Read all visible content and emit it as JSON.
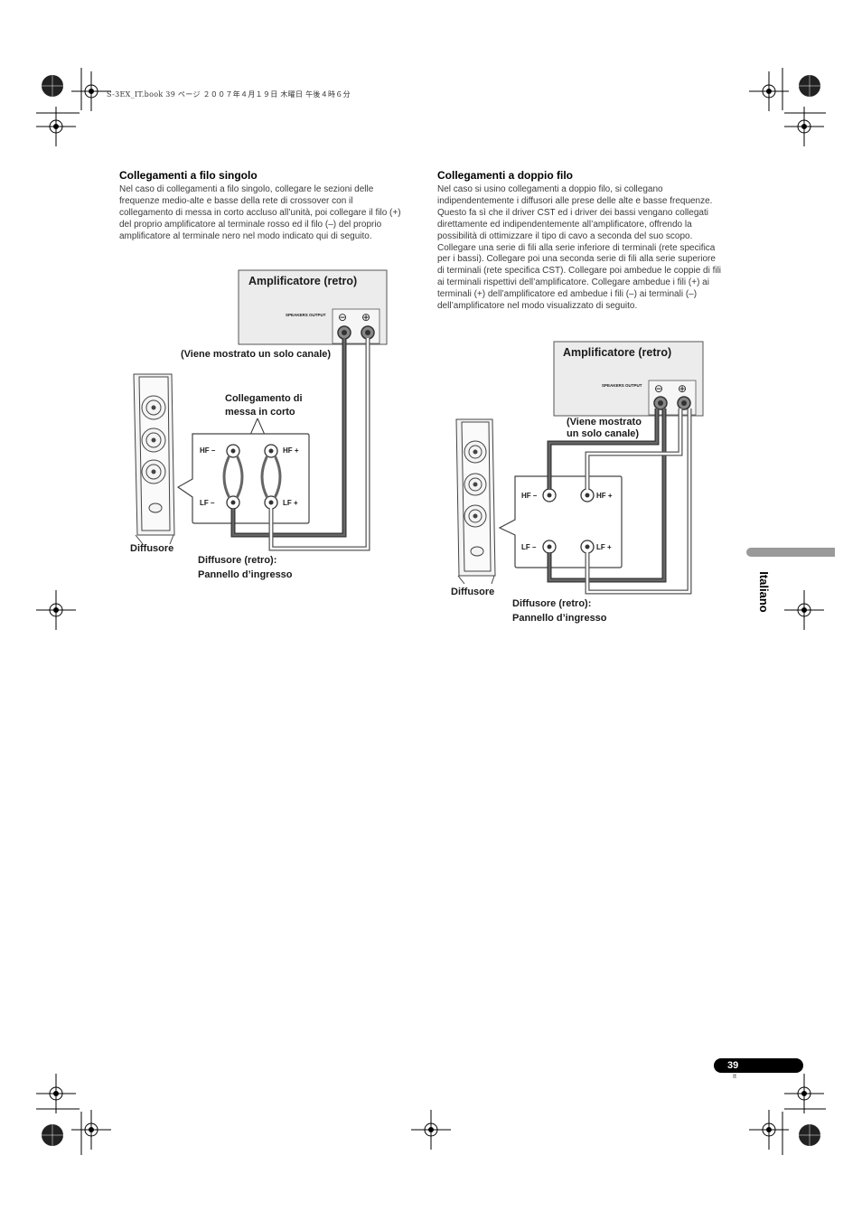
{
  "header": {
    "print_line": "S-3EX_IT.book   39 ページ   ２００７年４月１９日   木曜日   午後４時６分"
  },
  "left_section": {
    "title": "Collegamenti a filo singolo",
    "body": "Nel caso di collegamenti a filo singolo, collegare le sezioni delle frequenze medio-alte e basse della rete di crossover con il collegamento di messa in corto accluso all’unità, poi collegare il filo (+) del proprio amplificatore al terminale rosso ed il filo (–) del proprio amplificatore al terminale nero nel modo indicato qui di seguito."
  },
  "right_section": {
    "title": "Collegamenti a doppio filo",
    "body": "Nel caso si usino collegamenti a doppio filo, si collegano indipendentemente i diffusori alle prese delle alte e basse frequenze. Questo fa sì che il driver CST ed i driver dei bassi vengano collegati direttamente ed indipendentemente all’amplificatore, offrendo la possibilità di ottimizzare il tipo di cavo a seconda del suo scopo. Collegare una serie di fili alla serie inferiore di terminali (rete specifica per i bassi). Collegare poi una seconda serie di fili alla serie superiore di terminali (rete specifica CST). Collegare poi ambedue le coppie di fili ai terminali rispettivi dell’amplificatore. Collegare ambedue i fili (+) ai terminali (+) dell’amplificatore ed ambedue i fili (–) ai terminali (–) dell’amplificatore nel modo visualizzato di seguito."
  },
  "diagram_single": {
    "amp_label": "Amplificatore (retro)",
    "speakers_output": "SPEAKERS OUTPUT",
    "minus_symbol": "⊖",
    "plus_symbol": "⊕",
    "channel_note": "(Viene mostrato un solo canale)",
    "short_label_line1": "Collegamento di",
    "short_label_line2": "messa in corto",
    "hf_minus": "HF –",
    "hf_plus": "HF +",
    "lf_minus": "LF –",
    "lf_plus": "LF +",
    "speaker_label": "Diffusore",
    "panel_label_line1": "Diffusore (retro):",
    "panel_label_line2": "Pannello d’ingresso"
  },
  "diagram_bi": {
    "amp_label": "Amplificatore (retro)",
    "speakers_output": "SPEAKERS OUTPUT",
    "minus_symbol": "⊖",
    "plus_symbol": "⊕",
    "channel_note_line1": "(Viene mostrato",
    "channel_note_line2": "un solo canale)",
    "hf_minus": "HF –",
    "hf_plus": "HF +",
    "lf_minus": "LF –",
    "lf_plus": "LF +",
    "speaker_label": "Diffusore",
    "panel_label_line1": "Diffusore (retro):",
    "panel_label_line2": "Pannello d’ingresso"
  },
  "side_tab": {
    "label": "Italiano"
  },
  "footer": {
    "page_number": "39",
    "lang_code": "It"
  },
  "colors": {
    "wire_dark": "#555555",
    "wire_light": "#e8e8e8",
    "panel_bg": "#ececec",
    "tab_gray": "#9a9a9a"
  }
}
